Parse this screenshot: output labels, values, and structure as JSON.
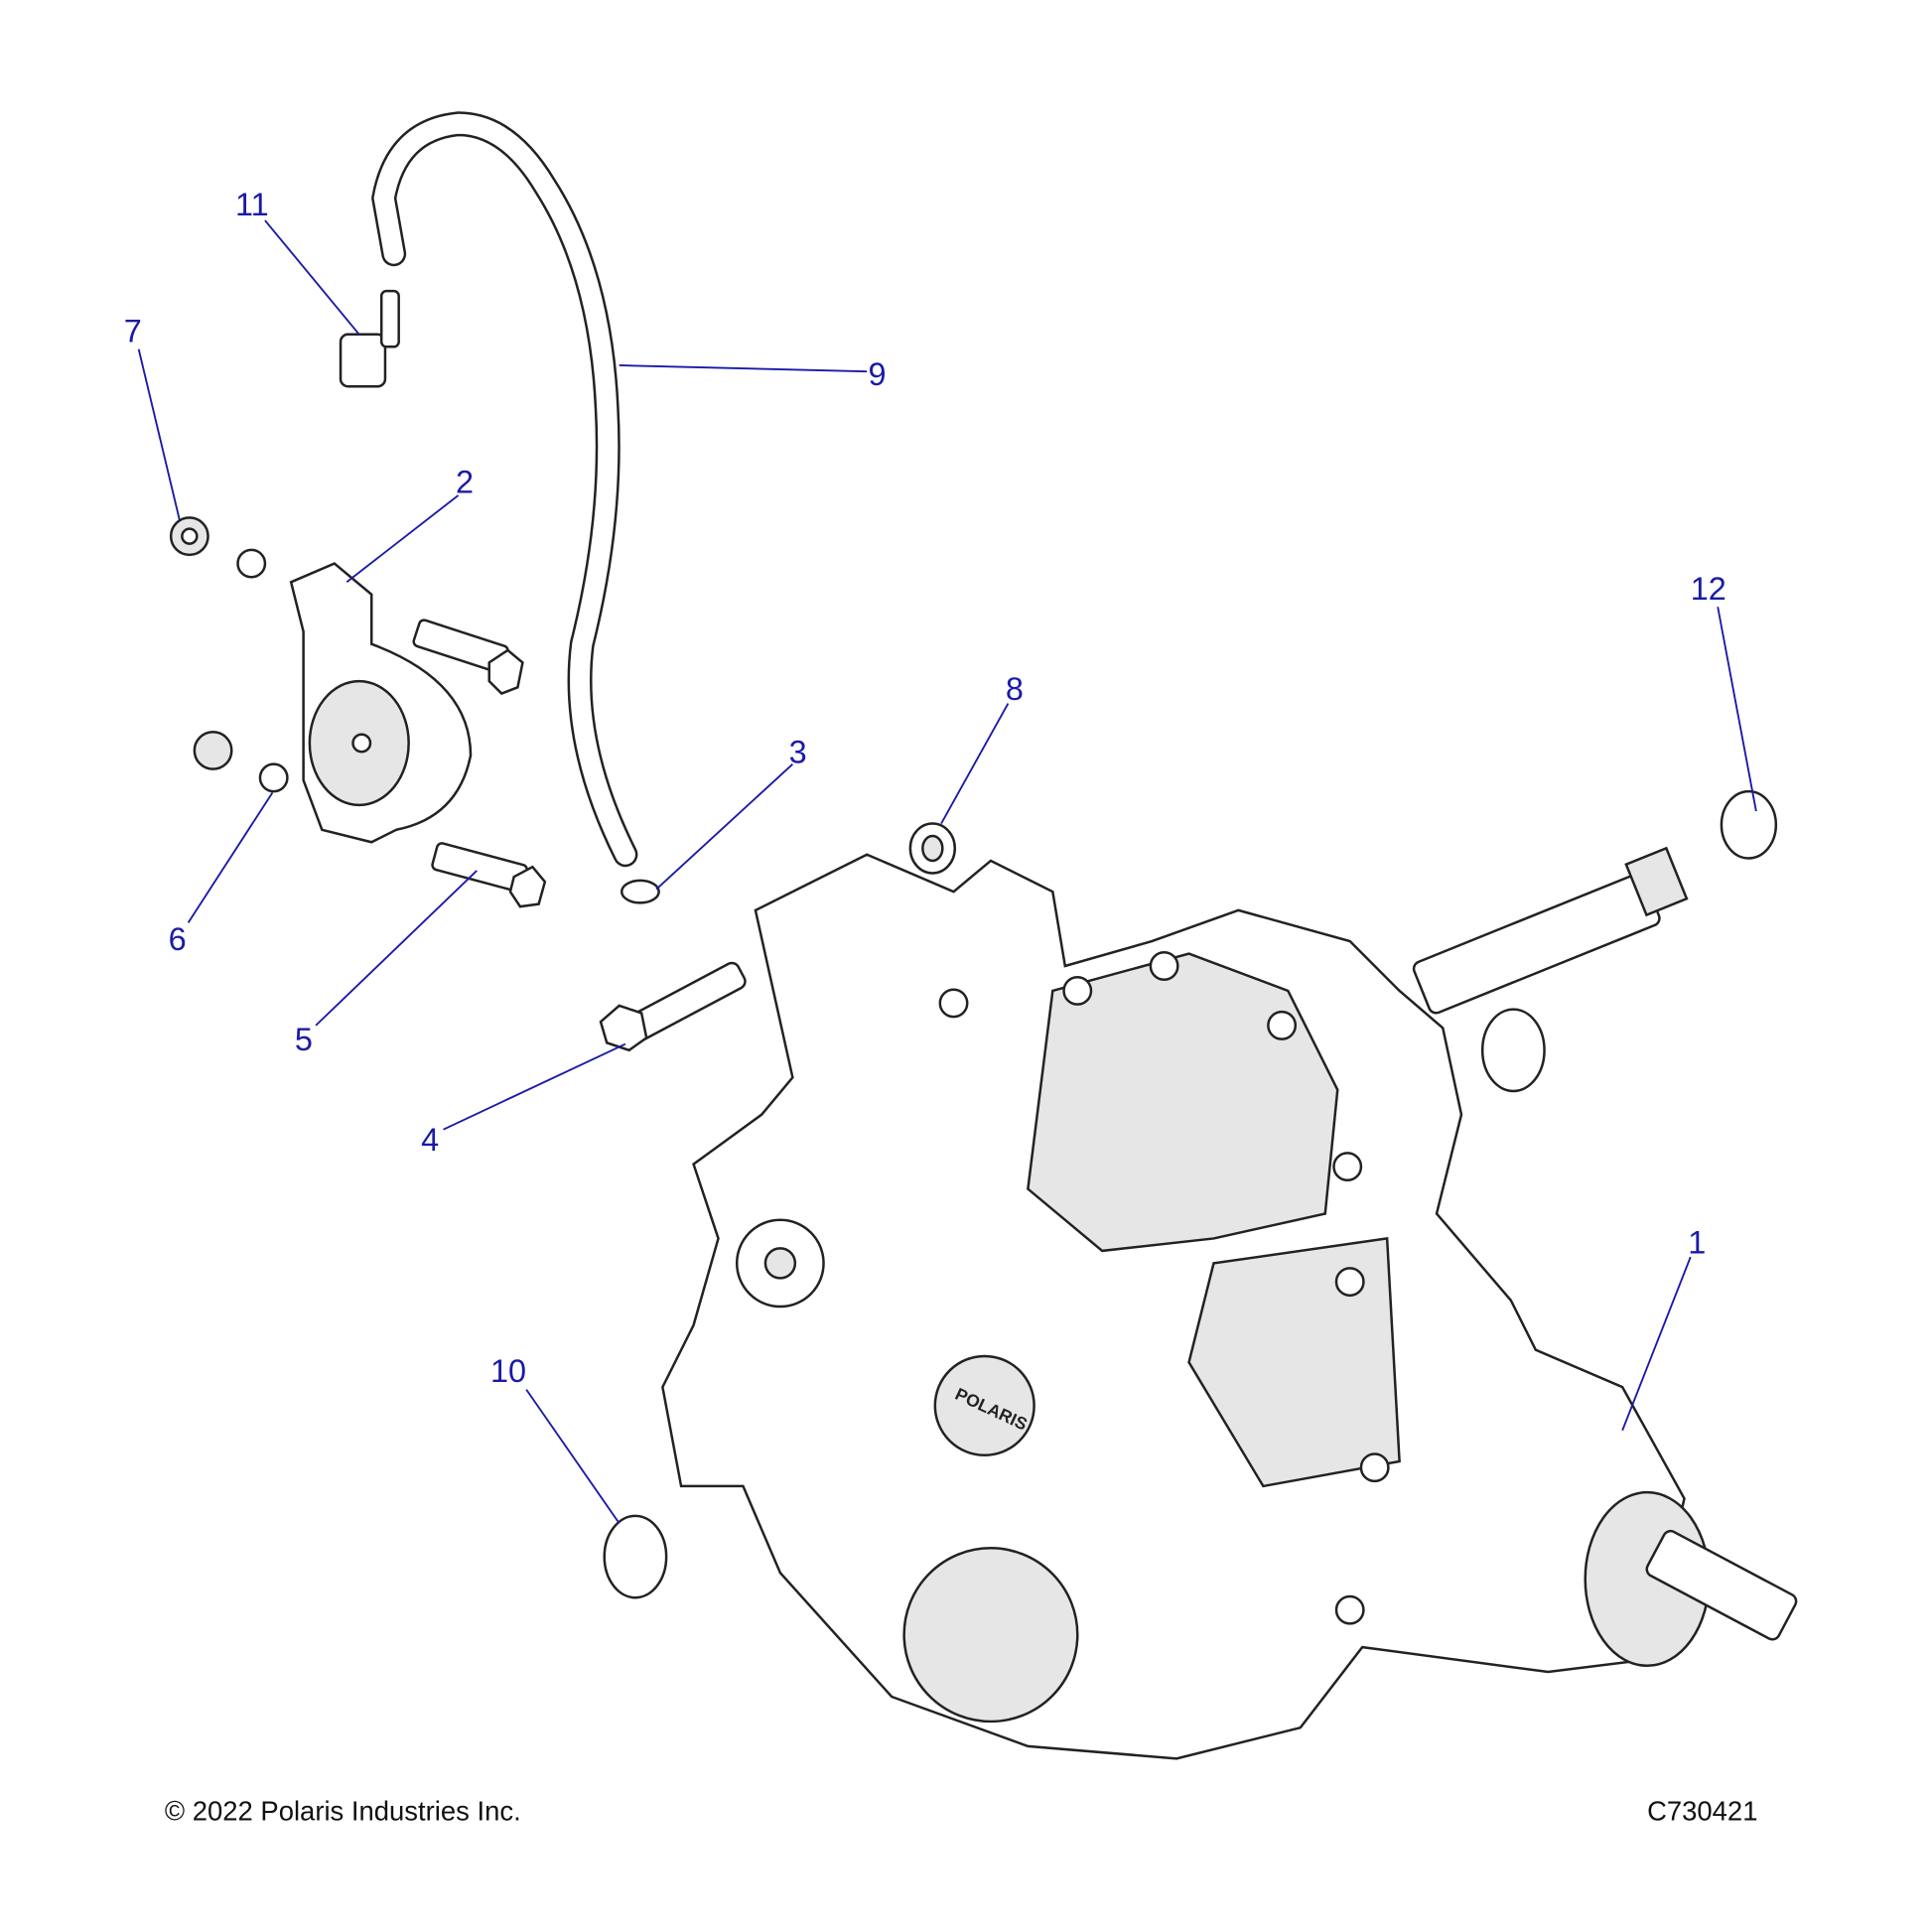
{
  "callouts": {
    "c1": "1",
    "c2": "2",
    "c3": "3",
    "c4": "4",
    "c5": "5",
    "c6": "6",
    "c7": "7",
    "c8": "8",
    "c9": "9",
    "c10": "10",
    "c11": "11",
    "c12": "12"
  },
  "footer": {
    "copyright": "© 2022 Polaris Industries Inc.",
    "diagram_id": "C730421"
  },
  "logo_text": "POLARIS",
  "colors": {
    "callout": "#1a1aa8",
    "outline": "#222222"
  }
}
